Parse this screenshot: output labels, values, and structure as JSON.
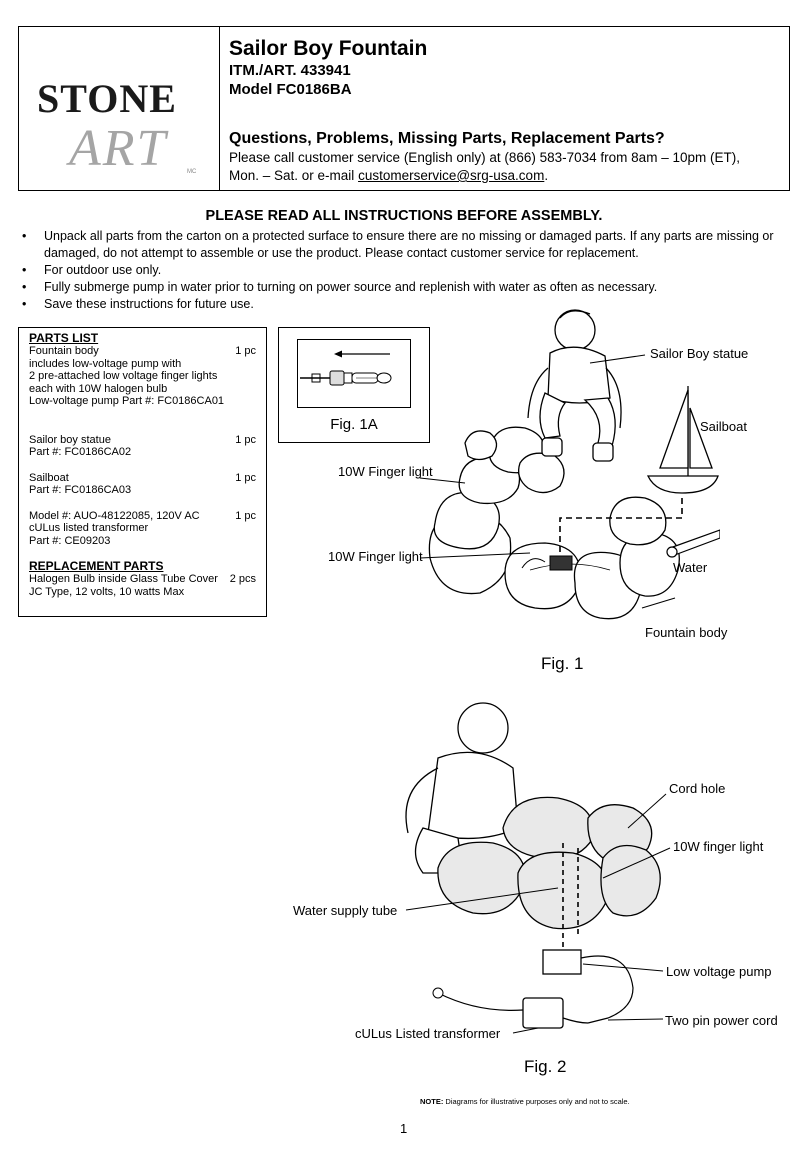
{
  "header": {
    "logo_top": "STONE",
    "logo_bottom": "ART",
    "logo_mark": "MC",
    "title": "Sailor Boy Fountain",
    "item": "ITM./ART. 433941",
    "model": "Model FC0186BA",
    "question_heading": "Questions, Problems, Missing Parts, Replacement Parts?",
    "question_line1": "Please call customer service (English only) at (866) 583-7034 from 8am – 10pm (ET),",
    "question_line2_prefix": "Mon. – Sat. or e-mail ",
    "email": "customerservice@srg-usa.com",
    "question_line2_suffix": "."
  },
  "instructions": {
    "heading": "PLEASE READ ALL INSTRUCTIONS BEFORE ASSEMBLY.",
    "bullets": [
      "Unpack all parts from the carton on a protected surface to ensure there are no missing or damaged parts.  If any parts are missing or damaged, do not attempt to assemble or use the product.  Please contact customer service for replacement.",
      "For outdoor use only.",
      "Fully submerge pump in water prior to turning on power source and replenish with water as often as necessary.",
      "Save these instructions for future use."
    ]
  },
  "parts_list": {
    "heading": "PARTS LIST",
    "items": [
      {
        "lines": [
          "Fountain body",
          "includes low-voltage pump with",
          "2 pre-attached low voltage finger lights",
          "each with 10W halogen bulb",
          "Low-voltage pump Part #: FC0186CA01"
        ],
        "qty": "1 pc"
      },
      {
        "lines": [
          "Sailor boy statue",
          "Part #: FC0186CA02"
        ],
        "qty": "1 pc"
      },
      {
        "lines": [
          "Sailboat",
          "Part #: FC0186CA03"
        ],
        "qty": "1 pc"
      },
      {
        "lines": [
          "Model #: AUO-48122085, 120V AC",
          "cULus listed transformer",
          "Part #: CE09203"
        ],
        "qty": "1 pc"
      }
    ],
    "replacement_heading": "REPLACEMENT PARTS",
    "replacement": {
      "lines": [
        "Halogen Bulb inside Glass Tube Cover",
        "JC Type, 12 volts, 10 watts Max"
      ],
      "qty": "2 pcs"
    }
  },
  "fig1a": {
    "caption": "Fig. 1A"
  },
  "fig1": {
    "caption": "Fig. 1",
    "labels": {
      "statue": "Sailor Boy statue",
      "sailboat": "Sailboat",
      "light_top": "10W Finger light",
      "light_bottom": "10W Finger light",
      "water": "Water",
      "body": "Fountain body"
    }
  },
  "fig2": {
    "caption": "Fig. 2",
    "labels": {
      "cord_hole": "Cord hole",
      "finger_light": "10W finger light",
      "water_tube": "Water supply tube",
      "pump": "Low voltage pump",
      "power_cord": "Two pin power cord",
      "transformer": "cULus Listed transformer"
    }
  },
  "footer": {
    "note_label": "NOTE:",
    "note_text": " Diagrams for illustrative purposes only and not to scale.",
    "page_number": "1"
  }
}
